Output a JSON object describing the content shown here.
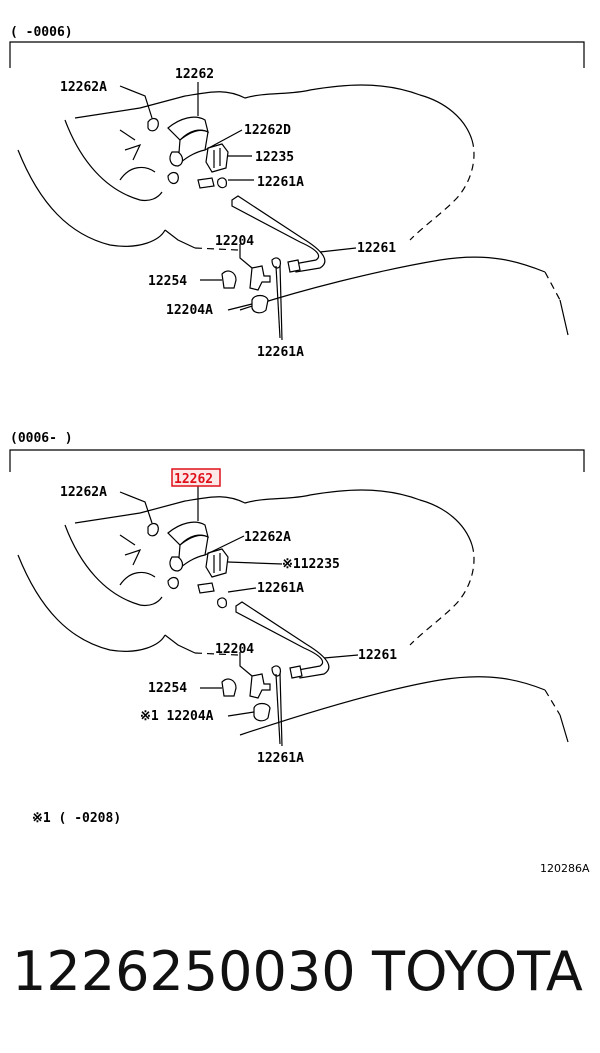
{
  "top_section": {
    "range": "(     -0006)",
    "labels": {
      "clamp_a": "12262A",
      "hose": "12262",
      "clamp_d": "12262D",
      "bracket": "12235",
      "clamp_b": "12261A",
      "pipe": "12204",
      "tube": "12261",
      "valve": "12254",
      "grommet": "12204A",
      "clamp_c": "12261A"
    }
  },
  "bottom_section": {
    "range": "(0006-     )",
    "labels": {
      "clamp_a": "12262A",
      "hose": "12262",
      "clamp_d": "12262A",
      "bracket": "※112235",
      "clamp_b": "12261A",
      "pipe": "12204",
      "tube": "12261",
      "valve": "12254",
      "grommet": "※1 12204A",
      "clamp_c": "12261A"
    }
  },
  "note": "※1 (     -0208)",
  "ref_code": "120286A",
  "footer": {
    "part_number": "1226250030",
    "brand": "TOYOTA"
  },
  "highlight_color": "#e0101a"
}
